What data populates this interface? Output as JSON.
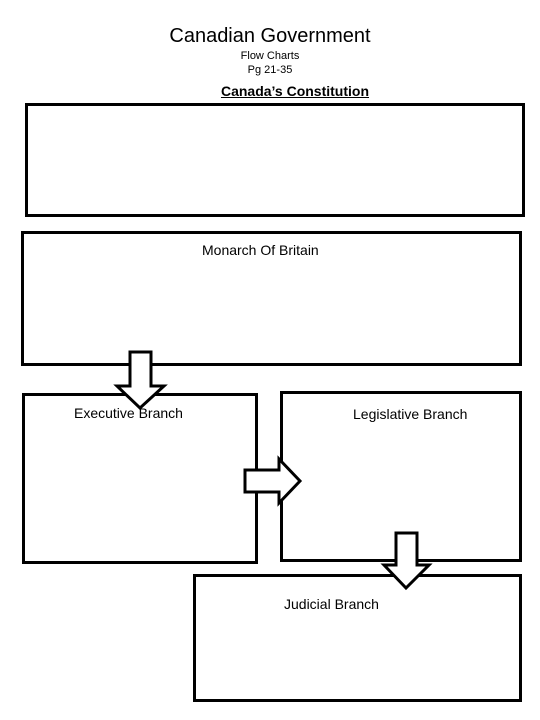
{
  "header": {
    "title": "Canadian Government",
    "subtitle_line1": "Flow Charts",
    "subtitle_line2": "Pg 21-35",
    "section_heading": "Canada’s Constitution"
  },
  "boxes": {
    "constitution": {
      "label": ""
    },
    "monarch": {
      "label": "Monarch Of Britain"
    },
    "executive": {
      "label": "Executive Branch"
    },
    "legislative": {
      "label": "Legislative Branch"
    },
    "judicial": {
      "label": "Judicial Branch"
    }
  },
  "icons": {
    "arrow_monarch_to_executive": "arrow-down-icon",
    "arrow_executive_to_legislative": "arrow-right-icon",
    "arrow_legislative_to_judicial": "arrow-down-icon"
  }
}
